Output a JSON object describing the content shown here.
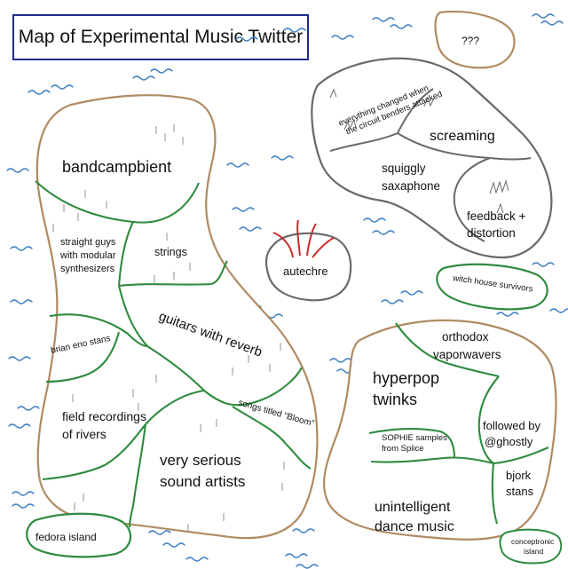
{
  "title": "Map of Experimental Music Twitter",
  "colors": {
    "water": "#3d7fc4",
    "main_coast": "#b08a62",
    "gray_coast": "#6a6a6a",
    "green_border": "#2e8b3e",
    "title_border": "#1f2c8c",
    "autechre_lines": "#cc2a2a"
  },
  "regions": {
    "mystery": "???",
    "circuit_bent": [
      "everything changed when",
      "the circuit benders attacked"
    ],
    "screaming": "screaming",
    "squiggly": [
      "squiggly",
      "saxaphone"
    ],
    "feedback": [
      "feedback +",
      "distortion"
    ],
    "bandcampbient": "bandcampbient",
    "straight_guys": [
      "straight guys",
      "with modular",
      "synthesizers"
    ],
    "strings": "strings",
    "autechre": "autechre",
    "witch_house": "witch house survivors",
    "brian_eno": "brian eno stans",
    "guitars": "guitars with reverb",
    "orthodox": [
      "orthodox",
      "vaporwavers"
    ],
    "hyperpop": [
      "hyperpop",
      "twinks"
    ],
    "field_recordings": [
      "field recordings",
      "of rivers"
    ],
    "bloom": "songs titled “Bloom”",
    "followed": [
      "followed by",
      "@ghostly"
    ],
    "sophie": [
      "SOPHIE samples",
      "from Splice"
    ],
    "serious": [
      "very serious",
      "sound artists"
    ],
    "bjork": [
      "bjork",
      "stans"
    ],
    "idm": [
      "unintelligent",
      "dance music"
    ],
    "fedora": "fedora island",
    "conceptronic": [
      "conceptronic",
      "island"
    ]
  }
}
